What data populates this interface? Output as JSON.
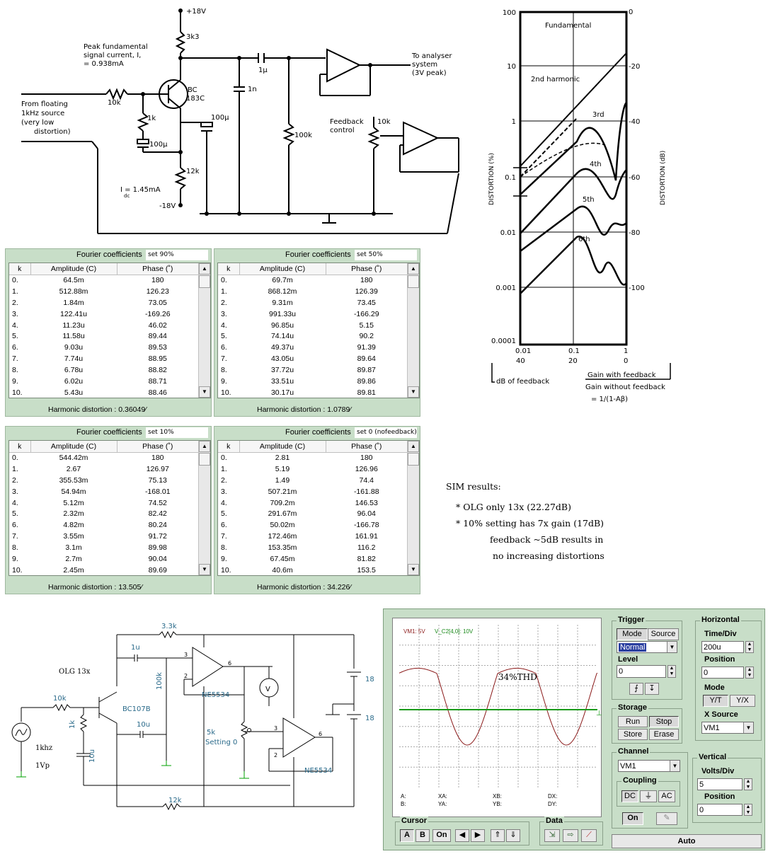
{
  "circuit_top": {
    "supply_pos": "+18V",
    "supply_neg": "-18V",
    "r_collector": "3k3",
    "peak_label": "Peak fundamental",
    "peak_label2": "signal current, I,",
    "peak_value": "= 0.938mA",
    "transistor": "BC",
    "transistor2": "183C",
    "source_label1": "From floating",
    "source_label2": "1kHz source",
    "source_label3": "(very low",
    "source_label4": "distortion)",
    "r_base": "10k",
    "r_emitter": "1k",
    "c_emitter": "100µ",
    "c_out": "100µ",
    "r_bias": "12k",
    "idc": "I   = 1.45mA",
    "idc_sub": "dc",
    "c_1u": "1µ",
    "c_1n": "1n",
    "r_100k": "100k",
    "analyser1": "To analyser",
    "analyser2": "system",
    "analyser3": "(3V peak)",
    "feedback1": "Feedback",
    "feedback2": "control",
    "r_pot": "10k"
  },
  "distortion_chart": {
    "y_left_ticks": [
      "100",
      "10",
      "1",
      "0.1",
      "0.01",
      "0.001",
      "0.0001"
    ],
    "y_right_ticks": [
      "0",
      "-20",
      "-40",
      "-60",
      "-80",
      "-100"
    ],
    "x_top_ticks": [
      "0.01",
      "0.1",
      "1"
    ],
    "x_bottom_ticks": [
      "40",
      "20",
      "0"
    ],
    "ylabel_left": "DISTORTION (%)",
    "ylabel_right": "DISTORTION (dB)",
    "curve_labels": [
      "Fundamental",
      "2nd harmonic",
      "3rd",
      "4th",
      "5th",
      "6th"
    ],
    "x_caption_left": "dB of feedback",
    "x_caption_num": "Gain with feedback",
    "x_caption_den": "Gain without feedback",
    "x_caption_eq": "= 1/(1-Aβ)"
  },
  "fourier_panels": [
    {
      "title": "Fourier coefficients",
      "setting": "set 90%",
      "headers": [
        "k",
        "Amplitude (C)",
        "Phase (˚)"
      ],
      "rows": [
        [
          "0.",
          "64.5m",
          "180"
        ],
        [
          "1.",
          "512.88m",
          "126.23"
        ],
        [
          "2.",
          "1.84m",
          "73.05"
        ],
        [
          "3.",
          "122.41u",
          "-169.26"
        ],
        [
          "4.",
          "11.23u",
          "46.02"
        ],
        [
          "5.",
          "11.58u",
          "89.44"
        ],
        [
          "6.",
          "9.03u",
          "89.53"
        ],
        [
          "7.",
          "7.74u",
          "88.95"
        ],
        [
          "8.",
          "6.78u",
          "88.82"
        ],
        [
          "9.",
          "6.02u",
          "88.71"
        ],
        [
          "10.",
          "5.43u",
          "88.46"
        ]
      ],
      "hd_label": "Harmonic distortion :",
      "hd_value": "0.36049⁄"
    },
    {
      "title": "Fourier coefficients",
      "setting": "set 50%",
      "headers": [
        "k",
        "Amplitude (C)",
        "Phase (˚)"
      ],
      "rows": [
        [
          "0.",
          "69.7m",
          "180"
        ],
        [
          "1.",
          "868.12m",
          "126.39"
        ],
        [
          "2.",
          "9.31m",
          "73.45"
        ],
        [
          "3.",
          "991.33u",
          "-166.29"
        ],
        [
          "4.",
          "96.85u",
          "5.15"
        ],
        [
          "5.",
          "74.14u",
          "90.2"
        ],
        [
          "6.",
          "49.37u",
          "91.39"
        ],
        [
          "7.",
          "43.05u",
          "89.64"
        ],
        [
          "8.",
          "37.72u",
          "89.87"
        ],
        [
          "9.",
          "33.51u",
          "89.86"
        ],
        [
          "10.",
          "30.17u",
          "89.81"
        ]
      ],
      "hd_label": "Harmonic distortion :",
      "hd_value": "1.0789⁄"
    },
    {
      "title": "Fourier coefficients",
      "setting": "set 10%",
      "headers": [
        "k",
        "Amplitude (C)",
        "Phase (˚)"
      ],
      "rows": [
        [
          "0.",
          "544.42m",
          "180"
        ],
        [
          "1.",
          "2.67",
          "126.97"
        ],
        [
          "2.",
          "355.53m",
          "75.13"
        ],
        [
          "3.",
          "54.94m",
          "-168.01"
        ],
        [
          "4.",
          "5.12m",
          "74.52"
        ],
        [
          "5.",
          "2.32m",
          "82.42"
        ],
        [
          "6.",
          "4.82m",
          "80.24"
        ],
        [
          "7.",
          "3.55m",
          "91.72"
        ],
        [
          "8.",
          "3.1m",
          "89.98"
        ],
        [
          "9.",
          "2.7m",
          "90.04"
        ],
        [
          "10.",
          "2.45m",
          "89.69"
        ]
      ],
      "hd_label": "Harmonic distortion :",
      "hd_value": "13.505⁄"
    },
    {
      "title": "Fourier coefficients",
      "setting": "set 0 (nofeedback)",
      "headers": [
        "k",
        "Amplitude (C)",
        "Phase (˚)"
      ],
      "rows": [
        [
          "0.",
          "2.81",
          "180"
        ],
        [
          "1.",
          "5.19",
          "126.96"
        ],
        [
          "2.",
          "1.49",
          "74.4"
        ],
        [
          "3.",
          "507.21m",
          "-161.88"
        ],
        [
          "4.",
          "709.2m",
          "146.53"
        ],
        [
          "5.",
          "291.67m",
          "96.04"
        ],
        [
          "6.",
          "50.02m",
          "-166.78"
        ],
        [
          "7.",
          "172.46m",
          "161.91"
        ],
        [
          "8.",
          "153.35m",
          "116.2"
        ],
        [
          "9.",
          "67.45m",
          "81.82"
        ],
        [
          "10.",
          "40.6m",
          "153.5"
        ]
      ],
      "hd_label": "Harmonic distortion :",
      "hd_value": "34.226⁄"
    }
  ],
  "sim_notes": {
    "title": "SIM results:",
    "line1": "* OLG only 13x (22.27dB)",
    "line2": "* 10% setting has 7x gain (17dB)",
    "line3": "feedback ~5dB results in",
    "line4": "no increasing distortions"
  },
  "circuit_sim": {
    "olg": "OLG 13x",
    "r_3k3": "3.3k",
    "c_1u": "1u",
    "r_100k": "100k",
    "opamp1": "NE5534",
    "opamp2": "NE5534",
    "transistor": "BC107B",
    "r_10k": "10k",
    "r_1k": "1k",
    "c_10u_a": "10u",
    "c_10u_b": "10u",
    "src1": "1khz",
    "src2": "1Vp",
    "pot": "5k",
    "pot_setting": "Setting 0",
    "r_12k": "12k",
    "bat1": "18",
    "bat2": "18",
    "meter": "V",
    "pin2a": "2",
    "pin3a": "3",
    "pin6a": "6",
    "pin2b": "2",
    "pin3b": "3",
    "pin6b": "6"
  },
  "oscilloscope": {
    "ch_label_a": "VM1: 5V",
    "ch_label_b": "V_C2[4,0]: 10V",
    "thd_text": "34%THD",
    "cursor_a": "A:",
    "cursor_b": "B:",
    "xa": "XA:",
    "ya": "YA:",
    "xb": "XB:",
    "yb": "YB:",
    "dx": "DX:",
    "dy": "DY:",
    "trigger": {
      "title": "Trigger",
      "mode_btn": "Mode",
      "source_btn": "Source",
      "mode_value": "Normal",
      "level_label": "Level",
      "level_value": "0"
    },
    "horizontal": {
      "title": "Horizontal",
      "timediv_label": "Time/Div",
      "timediv_value": "200u",
      "position_label": "Position",
      "position_value": "0",
      "mode_label": "Mode",
      "yt_btn": "Y/T",
      "yx_btn": "Y/X",
      "xsource_label": "X Source",
      "xsource_value": "VM1"
    },
    "storage": {
      "title": "Storage",
      "run": "Run",
      "stop": "Stop",
      "store": "Store",
      "erase": "Erase"
    },
    "channel": {
      "title": "Channel",
      "value": "VM1",
      "coupling_title": "Coupling",
      "dc": "DC",
      "ac": "AC",
      "on": "On"
    },
    "vertical": {
      "title": "Vertical",
      "voltsdiv_label": "Volts/Div",
      "voltsdiv_value": "5",
      "position_label": "Position",
      "position_value": "0"
    },
    "cursor": {
      "title": "Cursor",
      "a": "A",
      "b": "B",
      "on": "On"
    },
    "data": {
      "title": "Data"
    },
    "auto": "Auto",
    "colors": {
      "trace": "#8b1a1a",
      "reference": "#1a9a1a",
      "grid": "#a8a8a8",
      "panel": "#c8dec8"
    }
  }
}
